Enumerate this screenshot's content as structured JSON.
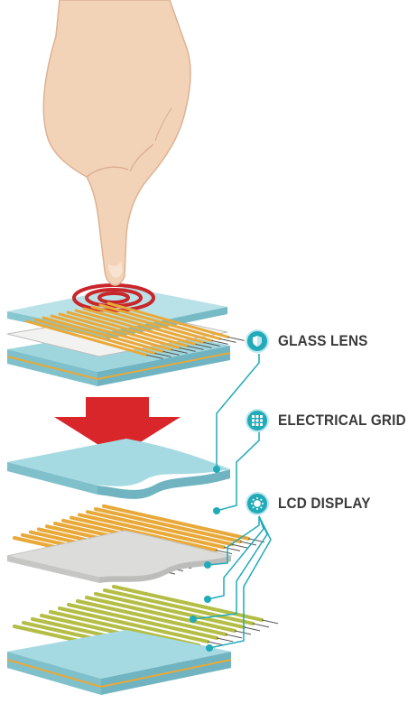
{
  "layers": [
    {
      "icon": "shield-icon",
      "label": "GLASS LENS"
    },
    {
      "icon": "grid-icon",
      "label": "ELECTRICAL GRID"
    },
    {
      "icon": "sun-icon",
      "label": "LCD DISPLAY"
    }
  ],
  "colors": {
    "accent": "#21aab8",
    "glass": "#9fd6de",
    "glass_edge": "#6fb4c0",
    "grid_wire": "#e8a93a",
    "lcd": "#d8d8d6",
    "bottom_grid_wire": "#b4bd45",
    "arrow": "#d9262a",
    "touch_ring": "#c8262a",
    "skin": "#f3d3b8"
  }
}
